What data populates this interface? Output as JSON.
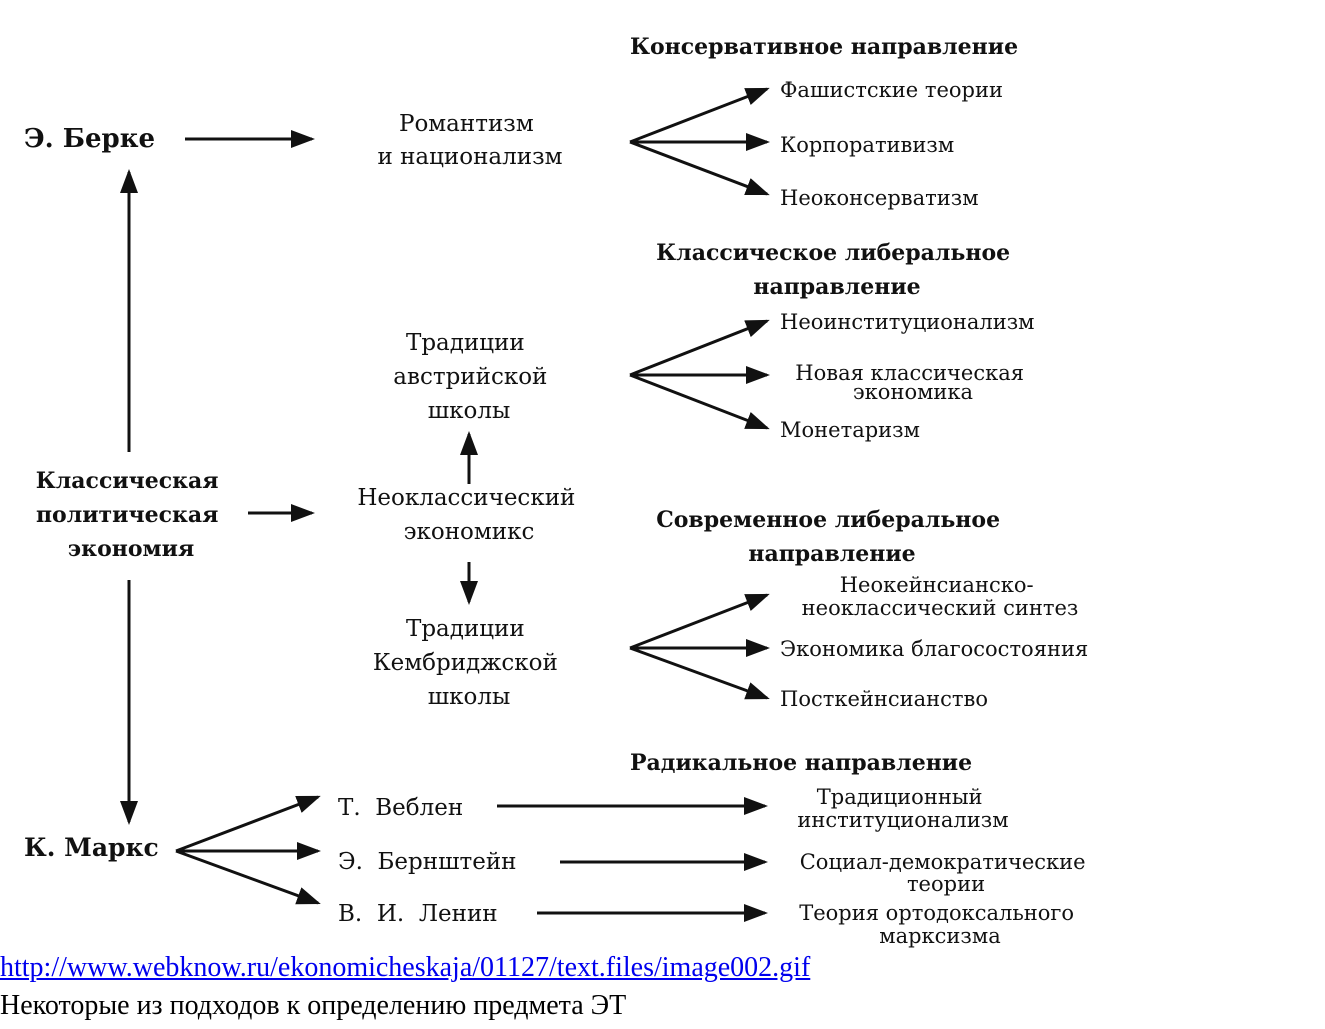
{
  "diagram": {
    "roots": {
      "burke": "Э. Берке",
      "classical": [
        "Классическая",
        "политическая",
        "экономия"
      ],
      "marx": "К. Маркс"
    },
    "middle": {
      "romanticism": [
        "Романтизм",
        "и национализм"
      ],
      "austrian": [
        "Традиции",
        "австрийской",
        "школы"
      ],
      "neoclassical": [
        "Неоклассический",
        "экономикс"
      ],
      "cambridge": [
        "Традиции",
        "Кембриджской",
        "школы"
      ],
      "veblen": "Т.  Веблен",
      "bernstein": "Э.  Бернштейн",
      "lenin": "В.  И.  Ленин"
    },
    "groups": {
      "conservative": {
        "title": [
          "Консервативное направление"
        ],
        "items": [
          [
            "Фашистские теории"
          ],
          [
            "Корпоративизм"
          ],
          [
            "Неоконсерватизм"
          ]
        ]
      },
      "classical_liberal": {
        "title": [
          "Классическое либеральное",
          "направление"
        ],
        "items": [
          [
            "Неоинституционализм"
          ],
          [
            "Новая классическая",
            "экономика"
          ],
          [
            "Монетаризм"
          ]
        ]
      },
      "modern_liberal": {
        "title": [
          "Современное либеральное",
          "направление"
        ],
        "items": [
          [
            "Неокейнсианско-",
            "неоклассический синтез"
          ],
          [
            "Экономика благосостояния"
          ],
          [
            "Посткейнсианство"
          ]
        ]
      },
      "radical": {
        "title": [
          "Радикальное направление"
        ],
        "items": [
          [
            "Традиционный",
            "институционализм"
          ],
          [
            "Социал-демократические",
            "теории"
          ],
          [
            "Теория ортодоксального",
            "марксизма"
          ]
        ]
      }
    }
  },
  "footer": {
    "link": "http://www.webknow.ru/ekonomicheskaja/01127/text.files/image002.gif",
    "caption": "Некоторые из подходов к определению предмета ЭТ"
  }
}
